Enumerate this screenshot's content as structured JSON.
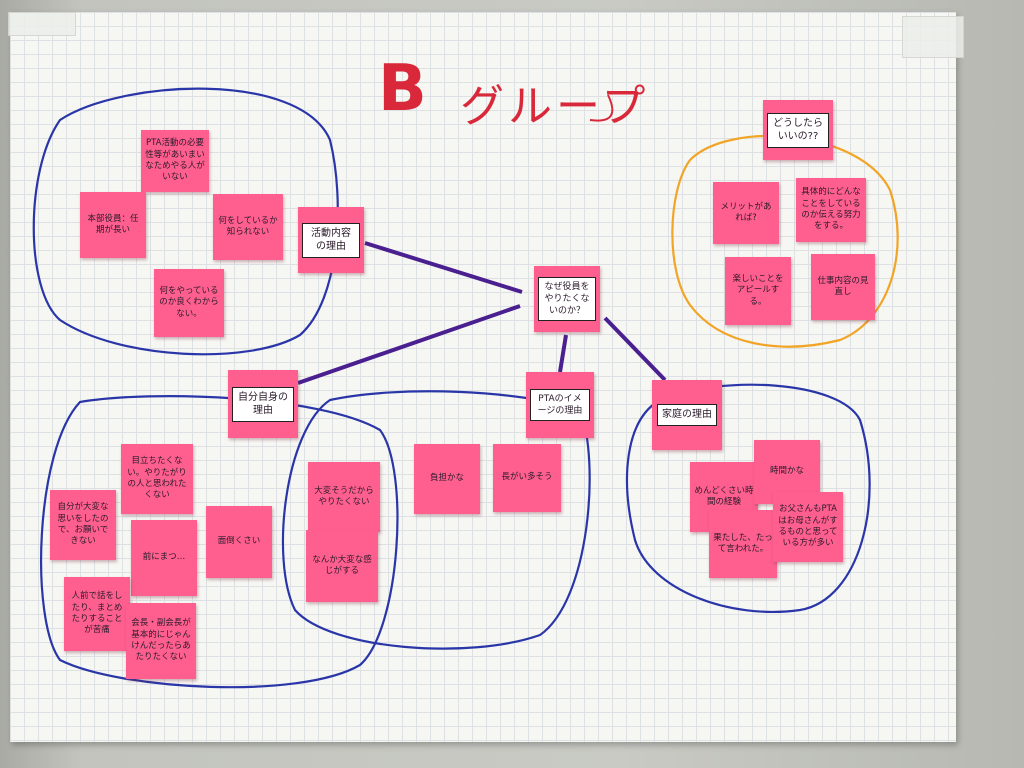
{
  "title_letter": "B",
  "title_word": "グループ",
  "colors": {
    "note": "#ff5f8f",
    "circle_blue": "#2a36a8",
    "circle_orange": "#f2a427",
    "line_purple": "#4a1f8f",
    "title_red": "#d9283a"
  },
  "center": "なぜ役員をやりたくないのか？",
  "headers": {
    "activity": "活動内容の理由",
    "self": "自分自身の理由",
    "image": "PTAのイメージの理由",
    "family": "家庭の理由",
    "solution": "どうしたらいいの??"
  },
  "activity_notes": [
    "PTA活動の必要性等があいまいなためやる人がいない",
    "本部役員：任期が長い",
    "何をしているか知られない",
    "何をやっているのか良くわからない。"
  ],
  "solution_notes": [
    "メリットがあれば?",
    "具体的にどんなことをしているのか伝える努力をする。",
    "楽しいことをアピールする。",
    "仕事内容の見直し"
  ],
  "self_notes": [
    "目立ちたくない。やりたがりの人と思われたくない",
    "自分が大変な思いをしたので、お願いできない",
    "前にまつ…",
    "面倒くさい",
    "人前で話をしたり、まとめたりすることが苦痛",
    "会長・副会長が基本的にじゃんけんだったらあたりたくない"
  ],
  "overlap_notes": [
    "大変そうだからやりたくない",
    "なんか大変な感じがする"
  ],
  "image_notes": [
    "負担かな",
    "長がい多そう"
  ],
  "family_notes": [
    "めんどくさい時間の経験",
    "時間かな",
    "果たした、たって言われた。",
    "お父さんもPTAはお母さんがするものと思っている方が多い"
  ]
}
